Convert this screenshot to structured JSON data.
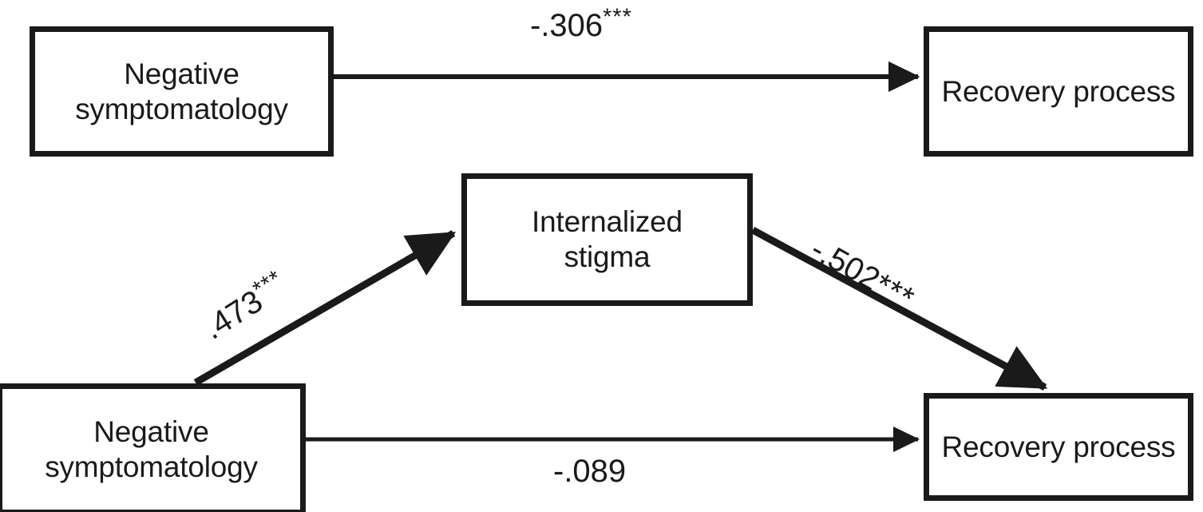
{
  "diagram": {
    "type": "mediation-path-model",
    "background_color": "#ffffff",
    "line_color": "#1a1a1a",
    "models": [
      {
        "name": "total-effect-model",
        "nodes": [
          "Negative symptomatology",
          "Recovery process"
        ],
        "paths": [
          {
            "from": "Negative symptomatology",
            "to": "Recovery process",
            "coefficient": "-.306",
            "stars": "***",
            "significant": true
          }
        ]
      },
      {
        "name": "mediation-model",
        "nodes": [
          "Negative symptomatology",
          "Internalized stigma",
          "Recovery process"
        ],
        "paths": [
          {
            "from": "Negative symptomatology",
            "to": "Internalized stigma",
            "coefficient": ".473",
            "stars": "***",
            "significant": true
          },
          {
            "from": "Internalized stigma",
            "to": "Recovery process",
            "coefficient": "-.502",
            "stars": "***",
            "significant": true
          },
          {
            "from": "Negative symptomatology",
            "to": "Recovery process",
            "coefficient": "-.089",
            "stars": "",
            "significant": false
          }
        ]
      }
    ]
  },
  "nodes": {
    "top_predictor": {
      "label": "Negative\nsymptomatology"
    },
    "top_outcome": {
      "label": "Recovery process"
    },
    "mediator": {
      "label": "Internalized\nstigma"
    },
    "bottom_predictor": {
      "label": "Negative\nsymptomatology"
    },
    "bottom_outcome": {
      "label": "Recovery process"
    }
  },
  "labels": {
    "c_path": {
      "value": "-.306",
      "stars": "***"
    },
    "a_path": {
      "value": ".473",
      "stars": "***"
    },
    "b_path": {
      "value": "-.502",
      "stars": "***"
    },
    "c_prime_path": {
      "value": "-.089",
      "stars": ""
    }
  }
}
